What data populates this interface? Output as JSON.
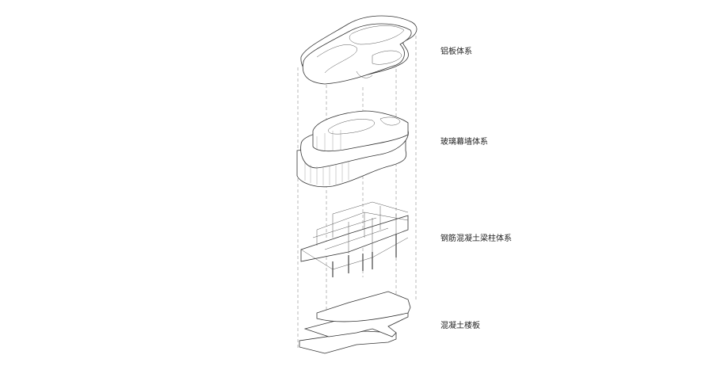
{
  "layers": [
    {
      "label": "铝板体系"
    },
    {
      "label": "玻璃幕墙体系"
    },
    {
      "label": "钢筋混凝土梁柱体系"
    },
    {
      "label": "混凝土楼板"
    }
  ],
  "colors": {
    "line": "#333333",
    "background": "#ffffff"
  }
}
